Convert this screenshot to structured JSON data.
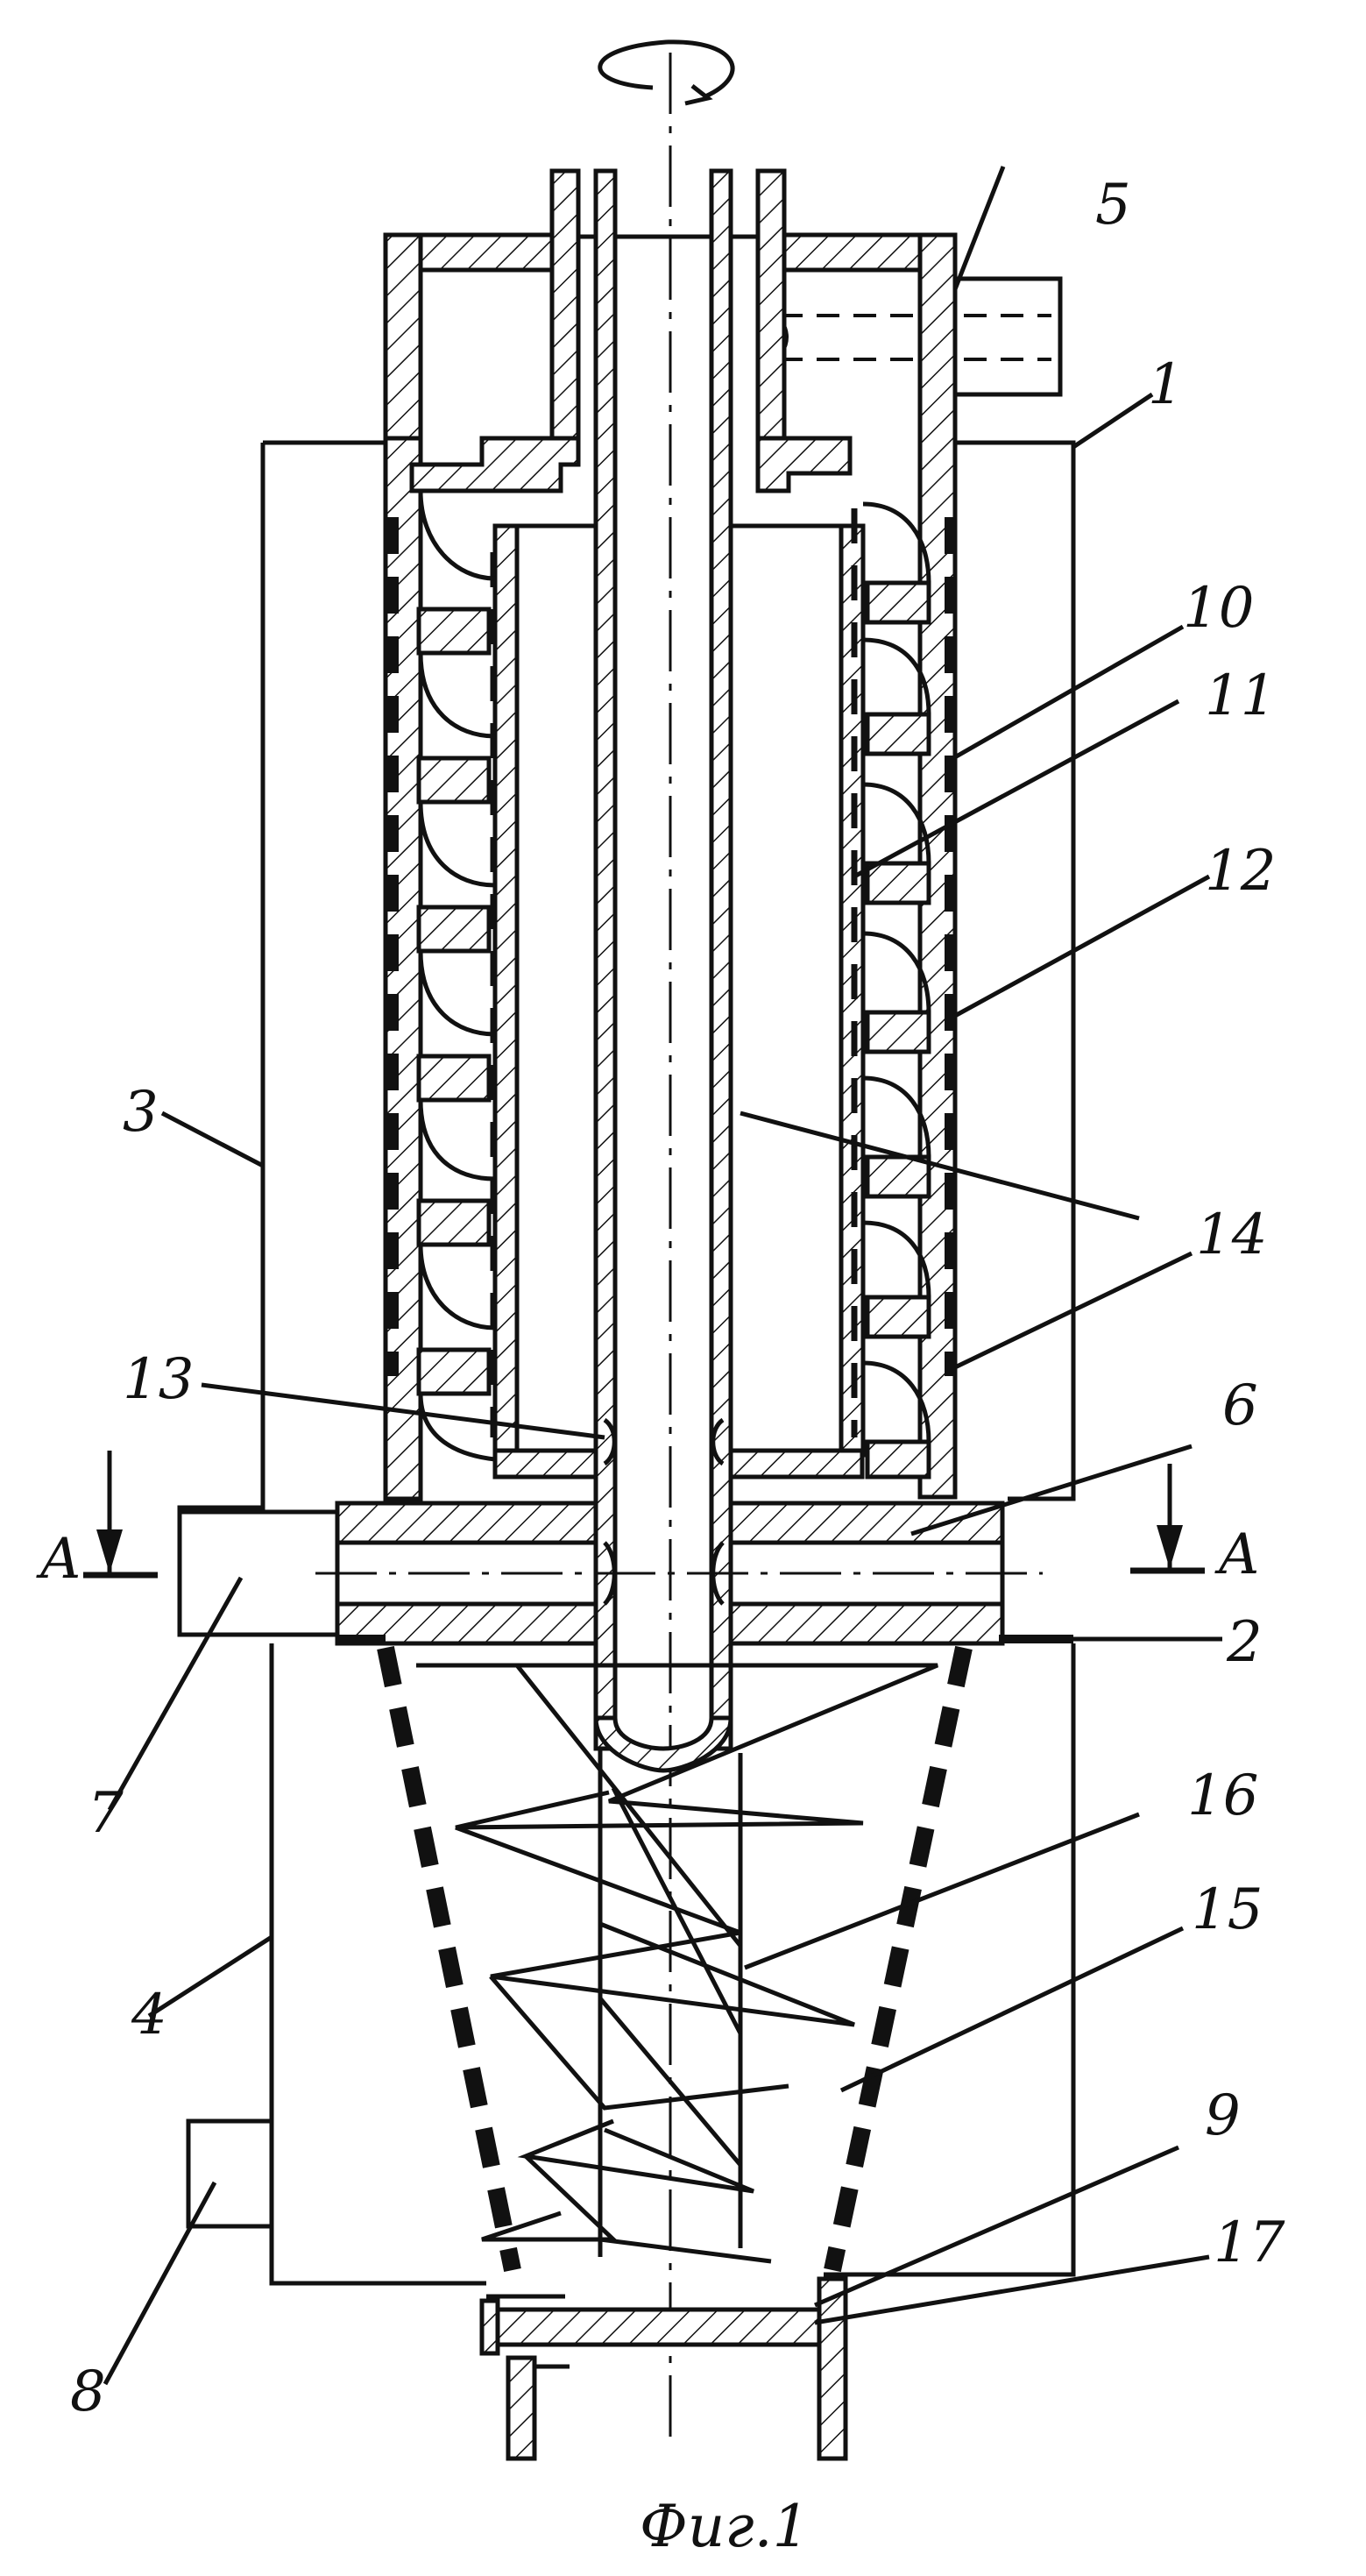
{
  "figure": {
    "caption": "Фиг.1",
    "section_mark": "А",
    "labels": [
      {
        "id": "1",
        "text": "1"
      },
      {
        "id": "2",
        "text": "2"
      },
      {
        "id": "3",
        "text": "3"
      },
      {
        "id": "4",
        "text": "4"
      },
      {
        "id": "5",
        "text": "5"
      },
      {
        "id": "6",
        "text": "6"
      },
      {
        "id": "7",
        "text": "7"
      },
      {
        "id": "8",
        "text": "8"
      },
      {
        "id": "9",
        "text": "9"
      },
      {
        "id": "10",
        "text": "10"
      },
      {
        "id": "11",
        "text": "11"
      },
      {
        "id": "12",
        "text": "12"
      },
      {
        "id": "13",
        "text": "13"
      },
      {
        "id": "14",
        "text": "14"
      },
      {
        "id": "15",
        "text": "15"
      },
      {
        "id": "16",
        "text": "16"
      },
      {
        "id": "17",
        "text": "17"
      }
    ]
  }
}
